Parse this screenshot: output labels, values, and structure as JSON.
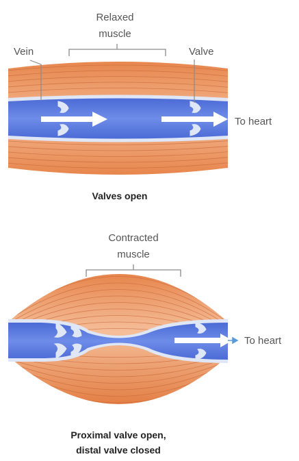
{
  "top": {
    "muscle_label_line1": "Relaxed",
    "muscle_label_line2": "muscle",
    "vein_label": "Vein",
    "valve_label": "Valve",
    "flow_label": "To heart",
    "caption": "Valves open"
  },
  "bottom": {
    "muscle_label_line1": "Contracted",
    "muscle_label_line2": "muscle",
    "flow_label": "To heart",
    "caption_line1": "Proximal valve open,",
    "caption_line2": "distal valve closed"
  },
  "colors": {
    "muscle": "#e9905a",
    "muscle_light": "#f3b58c",
    "muscle_stripe": "#c8683a",
    "vein": "#5a79e0",
    "vein_edge": "#dfe6f5",
    "arrow": "#ffffff",
    "label_line": "#8a8a8a"
  }
}
